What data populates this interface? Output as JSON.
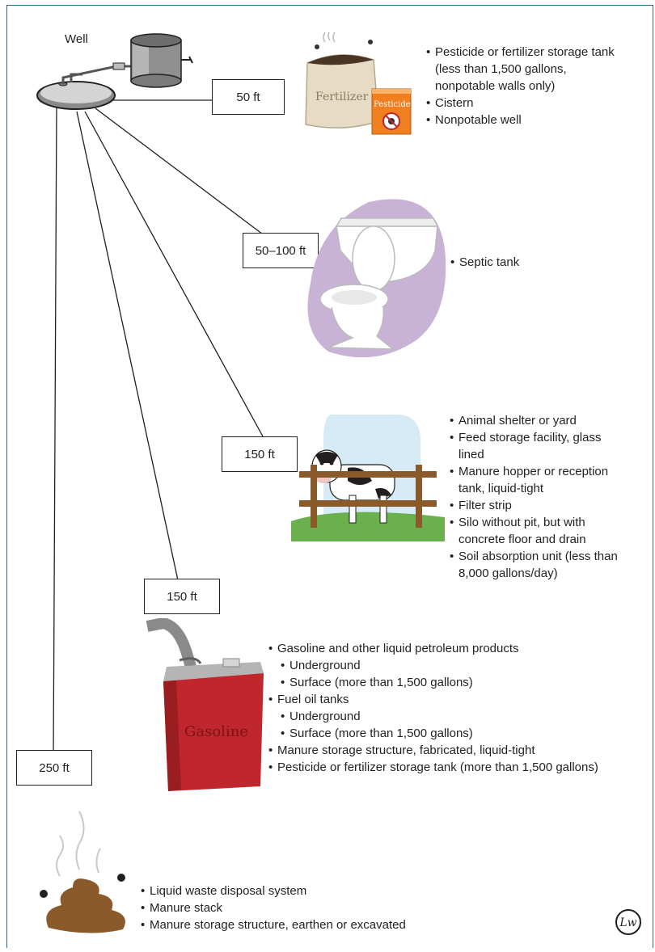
{
  "well_label": "Well",
  "zones": [
    {
      "id": "z50",
      "distance": "50 ft",
      "items": [
        {
          "text": "Pesticide or fertilizer storage tank",
          "level": 1
        },
        {
          "text": "(less than 1,500 gallons,",
          "level": 0
        },
        {
          "text": "nonpotable walls only)",
          "level": 0
        },
        {
          "text": "Cistern",
          "level": 1
        },
        {
          "text": "Nonpotable well",
          "level": 1
        }
      ]
    },
    {
      "id": "z50100",
      "distance": "50–100 ft",
      "items": [
        {
          "text": "Septic tank",
          "level": 1
        }
      ]
    },
    {
      "id": "z150a",
      "distance": "150 ft",
      "items": [
        {
          "text": "Animal shelter or yard",
          "level": 1
        },
        {
          "text": "Feed storage facility, glass",
          "level": 1
        },
        {
          "text": "lined",
          "level": 0
        },
        {
          "text": "Manure hopper or reception",
          "level": 1
        },
        {
          "text": "tank, liquid-tight",
          "level": 0
        },
        {
          "text": "Filter strip",
          "level": 1
        },
        {
          "text": "Silo without pit, but with",
          "level": 1
        },
        {
          "text": "concrete floor and drain",
          "level": 0
        },
        {
          "text": "Soil absorption unit (less than",
          "level": 1
        },
        {
          "text": "8,000 gallons/day)",
          "level": 0
        }
      ]
    },
    {
      "id": "z150b",
      "distance": "150 ft",
      "items": [
        {
          "text": "Gasoline and other liquid petroleum products",
          "level": 1
        },
        {
          "text": "Underground",
          "level": 2
        },
        {
          "text": "Surface (more than 1,500 gallons)",
          "level": 2
        },
        {
          "text": "Fuel oil tanks",
          "level": 1
        },
        {
          "text": "Underground",
          "level": 2
        },
        {
          "text": "Surface (more than 1,500 gallons)",
          "level": 2
        },
        {
          "text": "Manure storage structure, fabricated, liquid-tight",
          "level": 1
        },
        {
          "text": "Pesticide or fertilizer storage tank (more than 1,500 gallons)",
          "level": 1
        }
      ]
    },
    {
      "id": "z250",
      "distance": "250 ft",
      "items": [
        {
          "text": "Liquid waste disposal system",
          "level": 1
        },
        {
          "text": "Manure stack",
          "level": 1
        },
        {
          "text": "Manure storage structure, earthen or excavated",
          "level": 1
        }
      ]
    }
  ],
  "illustrations": {
    "fertilizer_bag_text": "Fertilizer",
    "pesticide_box_text": "Pesticide",
    "gas_can_text": "Gasoline"
  },
  "logo_text": "Lw",
  "colors": {
    "frame": "#1e6f8f",
    "septic_blob": "#c8b3d6",
    "cow_sky": "#d6ebf6",
    "grass": "#6ab04c",
    "fence": "#8a5a2b",
    "gas_can": "#c0262d",
    "manure": "#8b5a2b",
    "pesticide_box": "#f07f1f"
  }
}
